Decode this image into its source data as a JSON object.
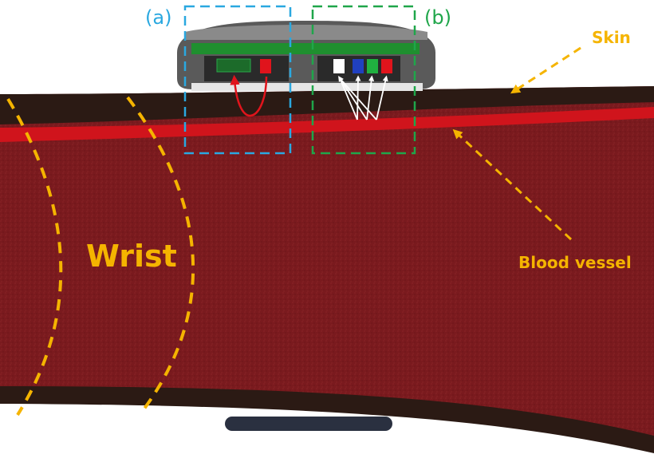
{
  "labels": {
    "a": "(a)",
    "b": "(b)",
    "skin": "Skin",
    "blood_vessel": "Blood vessel",
    "wrist": "Wrist"
  },
  "colors": {
    "tissue": "#7a1a1e",
    "skin_layer": "#2b1a14",
    "vessel": "#d0141c",
    "label_yellow": "#f5b400",
    "box_a": "#2aa8e0",
    "box_b": "#1fa64a",
    "device_shell": "#5a5a5a",
    "pcb": "#1f8f2f",
    "led_red": "#e0141c",
    "led_green": "#20b040",
    "led_blue": "#2040c0",
    "photodiode": "#ffffff",
    "strap": "#2a3040"
  },
  "icons": {
    "arrow_ppg_a": "curved-arrow-icon",
    "arrows_ppg_b": "reflected-light-arrows-icon"
  }
}
